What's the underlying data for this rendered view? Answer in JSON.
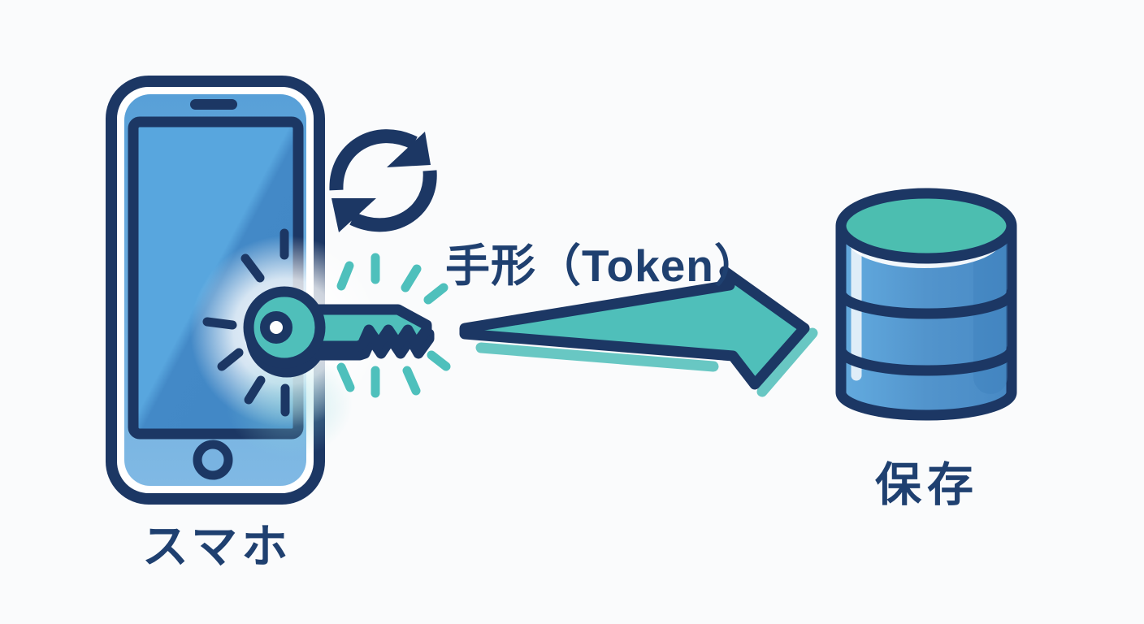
{
  "labels": {
    "token": "手形（Token）",
    "smartphone": "スマホ",
    "storage": "保存"
  },
  "icons": {
    "smartphone": "smartphone-icon",
    "refresh": "refresh-sync-icon",
    "key": "key-icon",
    "arrow": "arrow-right-icon",
    "database": "database-cylinder-icon"
  },
  "colors": {
    "navy_outline": "#1C3764",
    "text_navy": "#1F4070",
    "teal": "#4FBFBA",
    "teal_rays": "#4EC0BC",
    "key_shadow_blue": "#5B9FDA",
    "phone_body_blue": "#5C9FD6",
    "screen_blue_light": "#58A6DE",
    "screen_blue_dark": "#4389C7",
    "database_blue": "#5294CC",
    "database_top_teal": "#4CBEB0",
    "background": "#FAFBFC"
  }
}
